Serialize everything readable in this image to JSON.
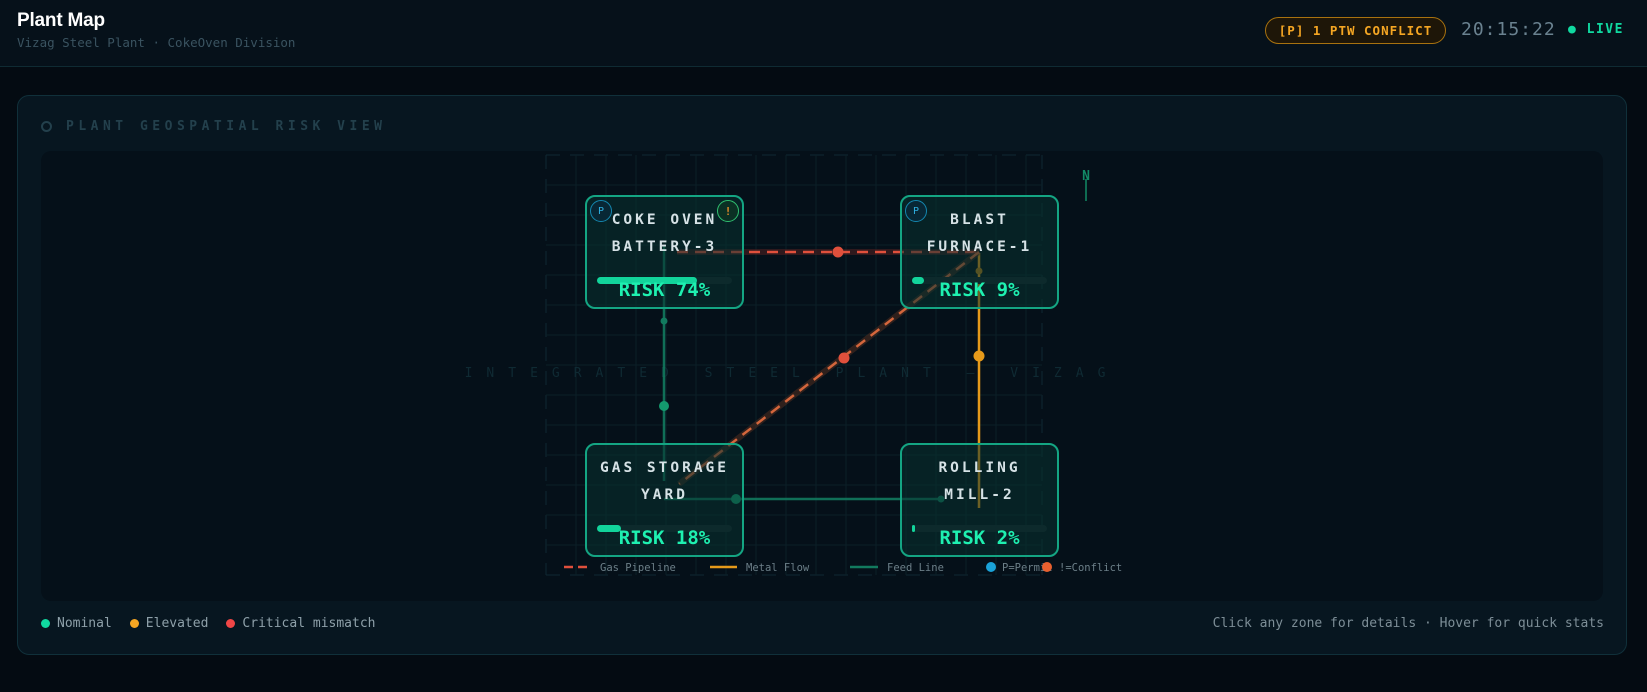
{
  "header": {
    "title": "Plant Map",
    "subtitle": "Vizag Steel Plant · CokeOven Division",
    "conflict_badge": "[P] 1 PTW CONFLICT",
    "clock": "20:15:22",
    "live_label": "● LIVE"
  },
  "panel": {
    "title": "PLANT GEOSPATIAL RISK VIEW",
    "watermark": "INTEGRATED STEEL PLANT — VIZAG",
    "compass": "N"
  },
  "zones": [
    {
      "id": "coke-oven",
      "name": "COKE OVEN\nBATTERY-3",
      "risk_label": "RISK 74%",
      "risk": 0.74,
      "permit": "P",
      "conflict": "!"
    },
    {
      "id": "blast-furnace",
      "name": "BLAST\nFURNACE-1",
      "risk_label": "RISK 9%",
      "risk": 0.09,
      "permit": "P"
    },
    {
      "id": "gas-storage",
      "name": "GAS STORAGE\nYARD",
      "risk_label": "RISK 18%",
      "risk": 0.18
    },
    {
      "id": "rolling-mill",
      "name": "ROLLING\nMILL-2",
      "risk_label": "RISK 2%",
      "risk": 0.02
    }
  ],
  "map_legend": {
    "gas_pipeline": "Gas Pipeline",
    "metal_flow": "Metal Flow",
    "feed_line": "Feed Line",
    "permit": "P=Permit",
    "conflict": "!=Conflict"
  },
  "status_legend": [
    {
      "label": "Nominal",
      "color": "#10d9a0"
    },
    {
      "label": "Elevated",
      "color": "#f5a623"
    },
    {
      "label": "Critical mismatch",
      "color": "#f04646"
    }
  ],
  "hint": "Click any zone for details · Hover for quick stats",
  "colors": {
    "accent": "#10d9a0",
    "gas": "#e0503c",
    "metal": "#e69a1a",
    "feed": "#127a5e",
    "permit": "#1aa2d8",
    "conflict": "#e8602f"
  }
}
